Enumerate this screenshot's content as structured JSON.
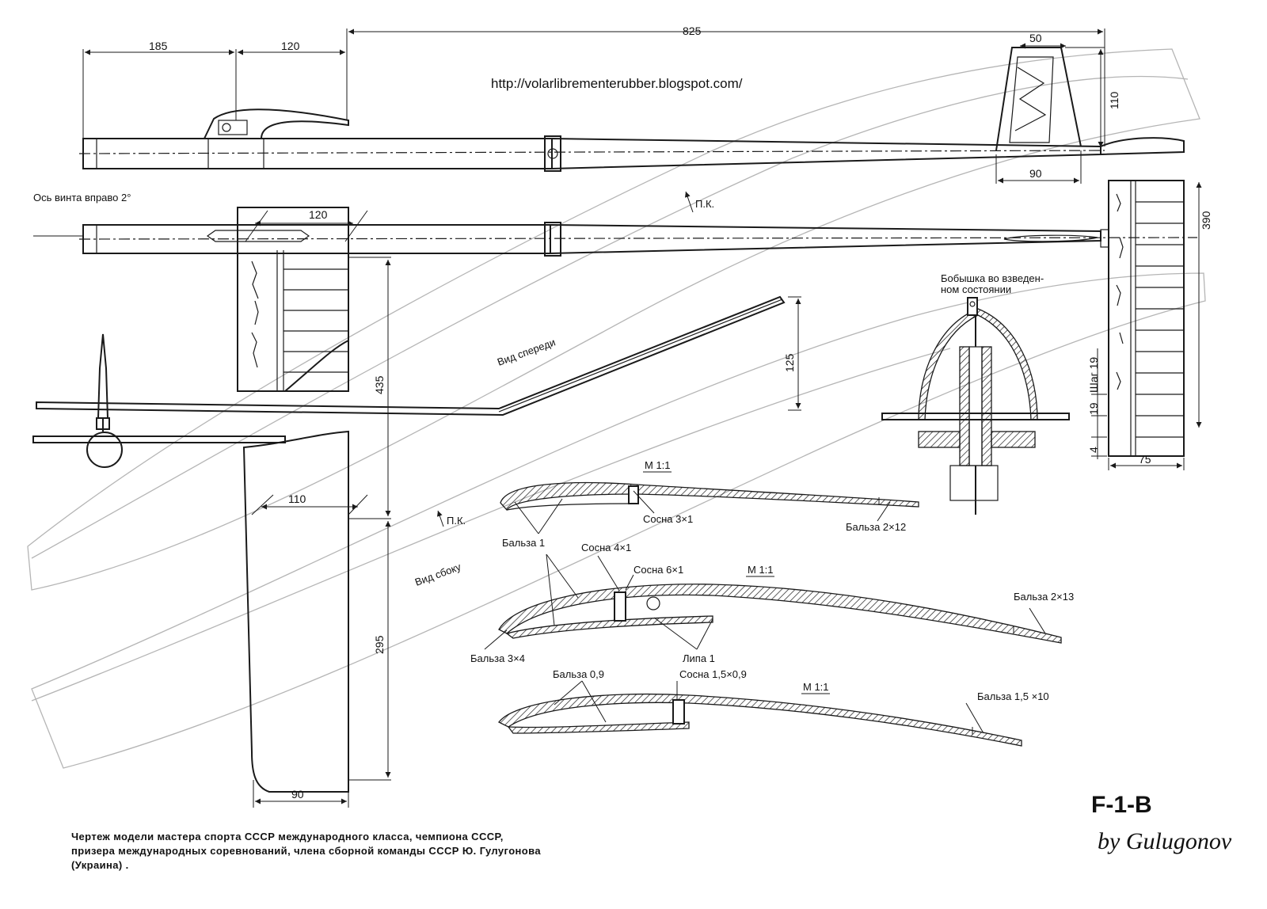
{
  "source_url": "http://volarlibrementerubber.blogspot.com/",
  "dimensions": {
    "d185": "185",
    "d120_top": "120",
    "d825": "825",
    "d50": "50",
    "d110_fin": "110",
    "d90_fin": "90",
    "d120_mount": "120",
    "d390": "390",
    "d125": "125",
    "d435": "435",
    "d295": "295",
    "d110_wing": "110",
    "d90_wing": "90",
    "step19": "Шаг 19",
    "d19": "19",
    "d4": "4",
    "d75": "75"
  },
  "labels": {
    "prop_axis": "Ось винта вправо 2°",
    "pk_top": "П.К.",
    "pk_bottom": "П.К.",
    "front_view": "Вид спереди",
    "side_view": "Вид сбоку",
    "boss_title_1": "Бобышка во взведен-",
    "boss_title_2": "ном состоянии"
  },
  "profiles": {
    "stab": {
      "scale": "М 1:1",
      "pine": "Сосна 3×1",
      "balsa_le": "Бальза 1",
      "balsa_te": "Бальза 2×12"
    },
    "wing_root": {
      "scale": "М 1:1",
      "pine_top": "Сосна 4×1",
      "pine_spar": "Сосна 6×1",
      "balsa_te": "Бальза 2×13",
      "balsa_le": "Бальза 3×4",
      "linden": "Липа 1"
    },
    "wing_tip": {
      "scale": "М 1:1",
      "balsa_skin": "Бальза 0,9",
      "pine": "Сосна 1,5×0,9",
      "balsa_te": "Бальза 1,5 ×10"
    }
  },
  "caption": {
    "line1": "Чертеж модели мастера спорта СССР международного класса, чемпиона СССР,",
    "line2": "призера международных соревнований, члена сборной команды СССР Ю. Гулугонова",
    "line3": "(Украина) ."
  },
  "title": {
    "model": "F-1-B",
    "author": "by Gulugonov"
  }
}
